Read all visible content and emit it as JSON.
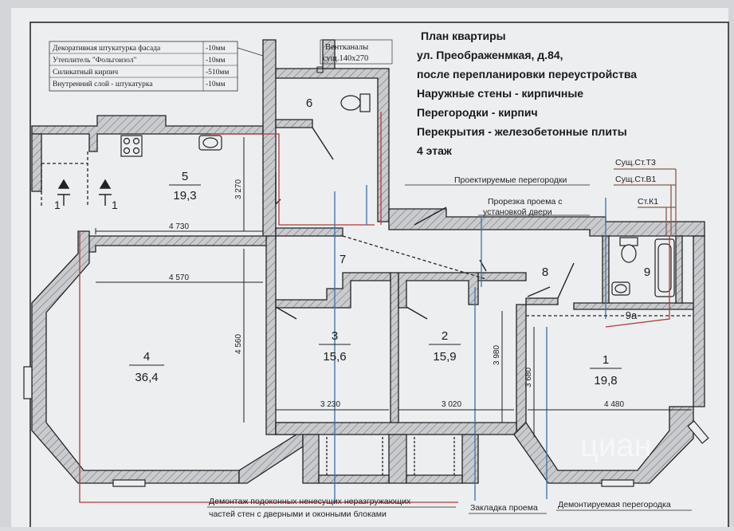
{
  "title_block": {
    "lines": [
      "План квартиры",
      "ул. Преображенмкая, д.84,",
      "после перепланировки переустройства",
      "Наружные стены - кирпичные",
      "Перегородки - кирпич",
      "Перекрытия - железобетонные плиты",
      "4 этаж"
    ]
  },
  "wall_legend": [
    {
      "layer": "Декоративная штукатурка фасада",
      "thickness": "-10мм"
    },
    {
      "layer": "Утеплитель \"Фольгоизол\"",
      "thickness": "-10мм"
    },
    {
      "layer": "Силикатный кирпич",
      "thickness": "-510мм"
    },
    {
      "layer": "Внутренний слой - штукатурка",
      "thickness": "-10мм"
    }
  ],
  "vent": {
    "label": "Вентканалы",
    "size": "сущ.140х270"
  },
  "rooms": [
    {
      "number": "1",
      "area": "19,8"
    },
    {
      "number": "2",
      "area": "15,9"
    },
    {
      "number": "3",
      "area": "15,6"
    },
    {
      "number": "4",
      "area": "36,4"
    },
    {
      "number": "5",
      "area": "19,3"
    },
    {
      "number": "6",
      "area": ""
    },
    {
      "number": "7",
      "area": ""
    },
    {
      "number": "8",
      "area": ""
    },
    {
      "number": "9",
      "area": ""
    },
    {
      "number": "9а",
      "area": ""
    }
  ],
  "dimensions": {
    "d4730": "4 730",
    "d4570": "4 570",
    "d3270": "3 270",
    "d4560": "4 560",
    "d3230": "3 230",
    "d3020": "3 020",
    "d3980": "3 980",
    "d3680": "3 680",
    "d4480": "4 480"
  },
  "section_marks": {
    "left": "1",
    "right": "1"
  },
  "annotations": {
    "proj_partitions": "Проектируемые перегородки",
    "opening_line1": "Прорезка проема с",
    "opening_line2": "установкой двери",
    "st_t3": "Сущ.Ст.Т3",
    "st_v1": "Сущ.Ст.В1",
    "st_k1": "Ст.К1",
    "demolition_line1": "Демонтаж подоконных ненесущих неразгружающих",
    "demolition_line2": "частей стен с дверными и оконными блоками",
    "infill": "Закладка проема",
    "demolished_partition": "Демонтируемая перегородка"
  },
  "watermark": "циан",
  "colors": {
    "background": "#dadcdf",
    "paper": "#edeef0",
    "wall_hatch": "#c6c8cc",
    "line": "#1e1e1e",
    "sewer_red": "#b23a3a",
    "water_blue": "#3a6fa8",
    "leader_brown": "#8a5a4a"
  }
}
